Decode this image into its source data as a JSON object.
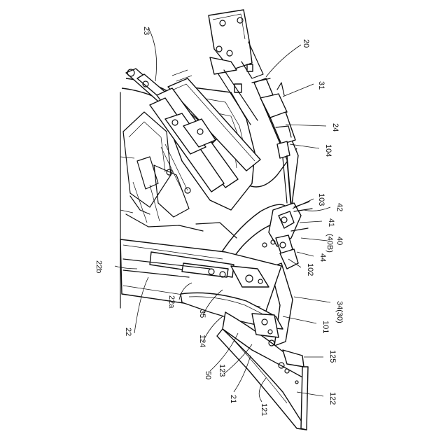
{
  "labels": [
    {
      "id": "20",
      "text": "20"
    },
    {
      "id": "21",
      "text": "21"
    },
    {
      "id": "22",
      "text": "22"
    },
    {
      "id": "22a",
      "text": "22a"
    },
    {
      "id": "22b",
      "text": "22b"
    },
    {
      "id": "23",
      "text": "23"
    },
    {
      "id": "24",
      "text": "24"
    },
    {
      "id": "31",
      "text": "31"
    },
    {
      "id": "34",
      "text": "34(30)"
    },
    {
      "id": "35",
      "text": "35"
    },
    {
      "id": "40",
      "text": "40"
    },
    {
      "id": "40B",
      "text": "(40B)"
    },
    {
      "id": "41",
      "text": "41"
    },
    {
      "id": "42",
      "text": "42"
    },
    {
      "id": "44",
      "text": "44"
    },
    {
      "id": "50",
      "text": "50"
    },
    {
      "id": "101",
      "text": "101"
    },
    {
      "id": "102",
      "text": "102"
    },
    {
      "id": "103",
      "text": "103"
    },
    {
      "id": "104",
      "text": "104"
    },
    {
      "id": "121",
      "text": "121"
    },
    {
      "id": "122",
      "text": "122"
    },
    {
      "id": "123",
      "text": "123"
    },
    {
      "id": "124",
      "text": "124"
    },
    {
      "id": "125",
      "text": "125"
    }
  ]
}
